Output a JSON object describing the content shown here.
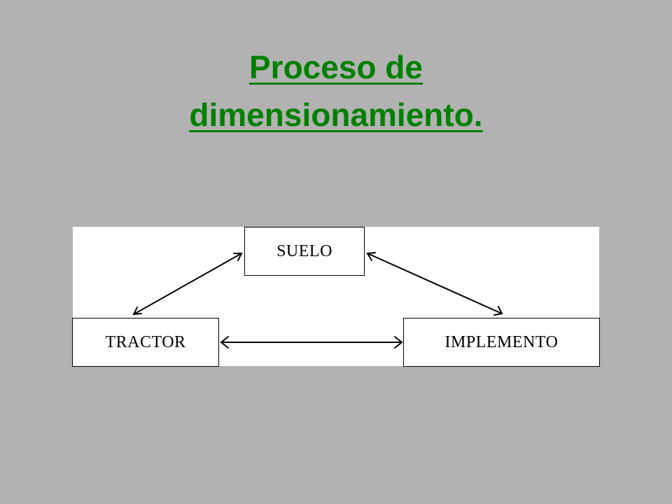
{
  "title": {
    "line1": "Proceso de",
    "line2": "dimensionamiento.",
    "color": "#008000"
  },
  "diagram": {
    "nodes": {
      "suelo": "SUELO",
      "tractor": "TRACTOR",
      "implemento": "IMPLEMENTO"
    },
    "edges": [
      {
        "from": "suelo",
        "to": "tractor",
        "direction": "both"
      },
      {
        "from": "suelo",
        "to": "implemento",
        "direction": "both"
      },
      {
        "from": "tractor",
        "to": "implemento",
        "direction": "both"
      }
    ]
  }
}
